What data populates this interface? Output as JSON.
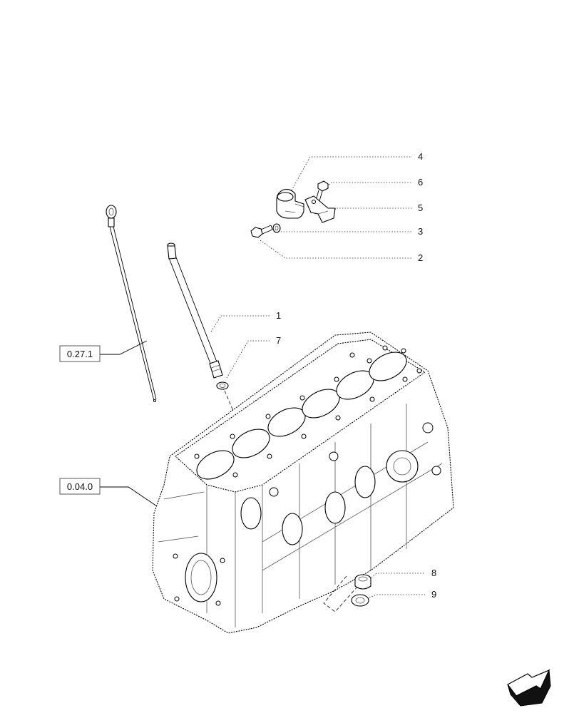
{
  "diagram": {
    "callouts": [
      {
        "id": "c1",
        "text": "1"
      },
      {
        "id": "c2",
        "text": "2"
      },
      {
        "id": "c3",
        "text": "3"
      },
      {
        "id": "c4",
        "text": "4"
      },
      {
        "id": "c5",
        "text": "5"
      },
      {
        "id": "c6",
        "text": "6"
      },
      {
        "id": "c7",
        "text": "7"
      },
      {
        "id": "c8",
        "text": "8"
      },
      {
        "id": "c9",
        "text": "9"
      }
    ],
    "references": [
      {
        "id": "r1",
        "text": "0.27.1"
      },
      {
        "id": "r2",
        "text": "0.04.0"
      }
    ]
  },
  "colors": {
    "line": "#000000",
    "background": "#ffffff"
  }
}
